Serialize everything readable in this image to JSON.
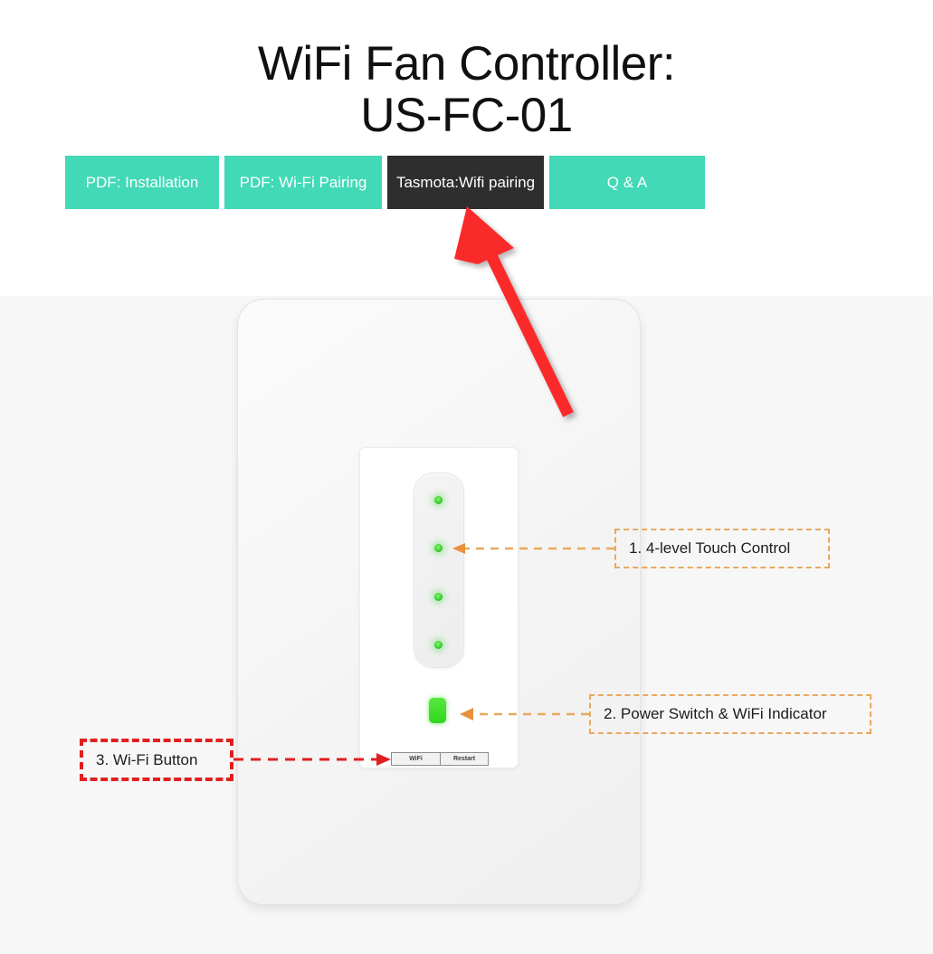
{
  "page": {
    "title_line1": "WiFi Fan Controller:",
    "title_line2": "US-FC-01",
    "accent_color": "#42d9b6",
    "active_tab_color": "#2e2e2e",
    "pointer_arrow_color": "#fb2b2b"
  },
  "buttons": [
    {
      "label": "PDF: Installation",
      "active": false
    },
    {
      "label": "PDF: Wi-Fi Pairing",
      "active": false
    },
    {
      "label": "Tasmota:Wifi pairing",
      "active": true
    },
    {
      "label": "Q & A",
      "active": false
    }
  ],
  "device": {
    "name": "US-FC-01 wall plate",
    "touch_led_count": 4,
    "led_color": "#39cf2d",
    "power_indicator_color": "#33d61f",
    "bottom_buttons": [
      {
        "label": "WiFi"
      },
      {
        "label": "Restart"
      }
    ]
  },
  "callouts": [
    {
      "id": 1,
      "label": "1. 4-level Touch Control",
      "border_color": "#e8a95f",
      "style": "orange-dashed"
    },
    {
      "id": 2,
      "label": "2. Power Switch & WiFi Indicator",
      "border_color": "#e8a95f",
      "style": "orange-dashed"
    },
    {
      "id": 3,
      "label": "3. Wi-Fi Button",
      "border_color": "#e02020",
      "style": "red-dashed"
    }
  ]
}
